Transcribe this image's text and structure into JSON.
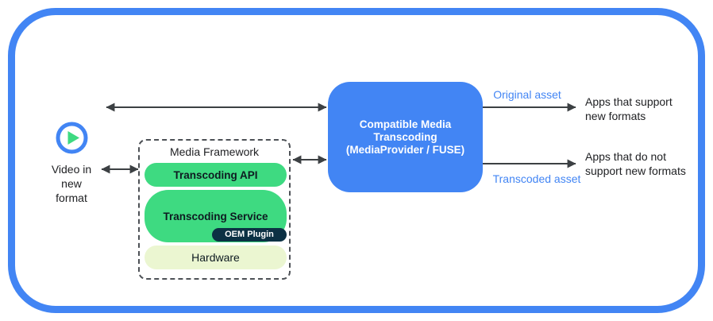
{
  "colors": {
    "accent-blue": "#4285F4",
    "android-green": "#3EDA81",
    "dark-navy": "#0C3144",
    "cream": "#EBF6D1",
    "arrow-gray": "#3C4043"
  },
  "source": {
    "icon": "play-icon",
    "label": "Video in\nnew\nformat"
  },
  "framework": {
    "title": "Media Framework",
    "layers": [
      {
        "label": "Transcoding API"
      },
      {
        "label": "Transcoding Service",
        "plugin": "OEM Plugin"
      },
      {
        "label": "Hardware"
      }
    ]
  },
  "transcoder": {
    "label": "Compatible Media\nTranscoding\n(MediaProvider / FUSE)"
  },
  "flows": {
    "original_asset": "Original asset",
    "transcoded_asset": "Transcoded asset"
  },
  "destinations": {
    "supported": "Apps that support\nnew formats",
    "unsupported": "Apps that do not\nsupport new formats"
  }
}
